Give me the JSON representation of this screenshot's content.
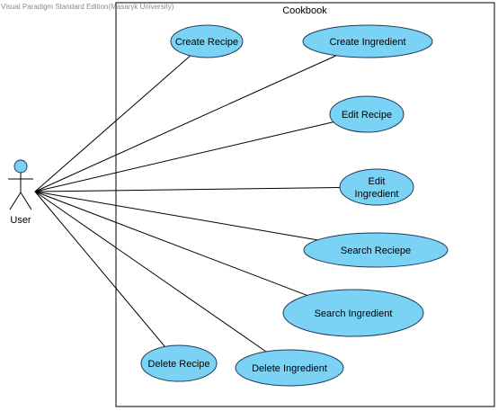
{
  "watermark": "Visual Paradigm Standard Edition(Masaryk University)",
  "system": {
    "name": "Cookbook"
  },
  "actor": {
    "name": "User"
  },
  "use_cases": [
    {
      "id": "create-recipe",
      "label": [
        "Create Recipe"
      ]
    },
    {
      "id": "create-ingredient",
      "label": [
        "Create Ingredient"
      ]
    },
    {
      "id": "edit-recipe",
      "label": [
        "Edit Recipe"
      ]
    },
    {
      "id": "edit-ingredient",
      "label": [
        "Edit",
        "Ingredient"
      ]
    },
    {
      "id": "search-reciepe",
      "label": [
        "Search Reciepe"
      ]
    },
    {
      "id": "search-ingredient",
      "label": [
        "Search Ingredient"
      ]
    },
    {
      "id": "delete-recipe",
      "label": [
        "Delete Recipe"
      ]
    },
    {
      "id": "delete-ingredient",
      "label": [
        "Delete Ingredient"
      ]
    }
  ],
  "colors": {
    "use_case_fill": "#7ad2f5",
    "use_case_stroke": "#1e3c5a",
    "actor_head": "#7ad2f5"
  }
}
